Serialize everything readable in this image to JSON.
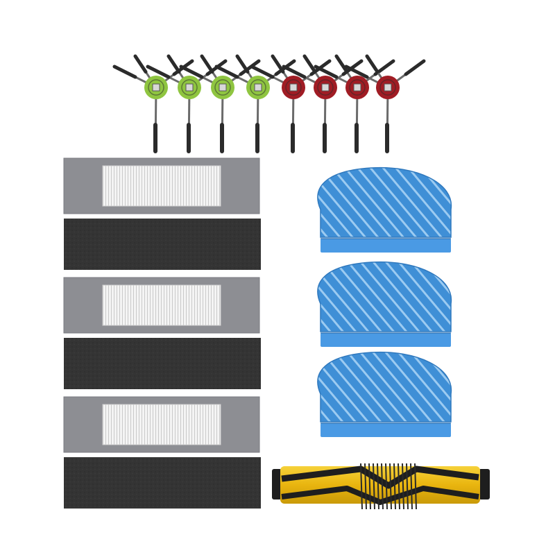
{
  "scene": {
    "background": "#ffffff",
    "side_brushes": [
      {
        "hub": "green"
      },
      {
        "hub": "green"
      },
      {
        "hub": "green"
      },
      {
        "hub": "green"
      },
      {
        "hub": "red"
      },
      {
        "hub": "red"
      },
      {
        "hub": "red"
      },
      {
        "hub": "red"
      }
    ],
    "filter_sets": [
      {
        "parts": [
          "hepa-filter",
          "sponge-filter"
        ]
      },
      {
        "parts": [
          "hepa-filter",
          "sponge-filter"
        ]
      },
      {
        "parts": [
          "hepa-filter",
          "sponge-filter"
        ]
      }
    ],
    "mop_pads": [
      {
        "item": "mop-pad"
      },
      {
        "item": "mop-pad"
      },
      {
        "item": "mop-pad"
      }
    ],
    "main_brush": {
      "item": "roller-brush"
    },
    "colors": {
      "hub_green": "#8fc540",
      "hub_red": "#a01c24",
      "brush_bristle": "#2b2b2b",
      "filter_frame": "#8d8e93",
      "filter_pleats": "#f3f3f3",
      "sponge": "#333333",
      "mop_blue": "#3f8fd6",
      "mop_stripe": "#8fc4ef",
      "mop_hem": "#4a9ae4",
      "roller_yellow": "#f2c21a",
      "roller_black": "#1e1e1e"
    }
  }
}
